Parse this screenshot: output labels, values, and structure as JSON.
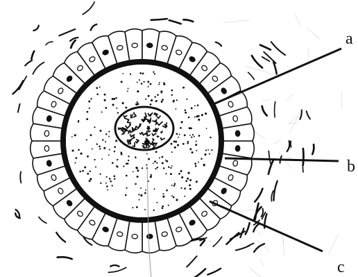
{
  "labels": {
    "a": "a",
    "b": "b",
    "c": "c"
  },
  "colors": {
    "ink": "#111111",
    "paper": "#ffffff",
    "faint_background": "#c9c9c9"
  }
}
